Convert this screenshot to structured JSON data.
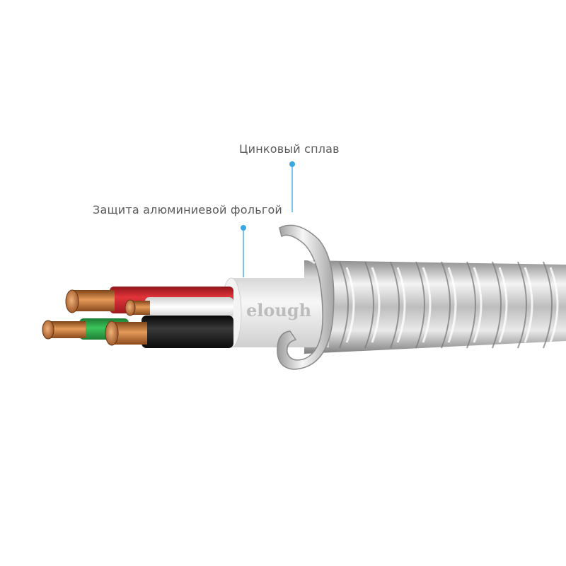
{
  "callouts": {
    "zinc_alloy": "Цинковый сплав",
    "aluminum_foil": "Защита алюминиевой фольгой"
  },
  "brand": {
    "logo_text": "elough"
  },
  "colors": {
    "background": "#ffffff",
    "label_text": "#5a5a5a",
    "callout_marker": "#39a7e0",
    "callout_line": "#4fb3ea",
    "armor_light": "#f4f4f4",
    "armor_dark": "#8e8e8e",
    "jacket": "#ececec",
    "wire_red": "#d3232a",
    "wire_white": "#f2f2f2",
    "wire_black": "#1e1e1e",
    "wire_green": "#2ea84a",
    "copper": "#c87a3e"
  },
  "icons": [
    "callout-dot-icon"
  ]
}
